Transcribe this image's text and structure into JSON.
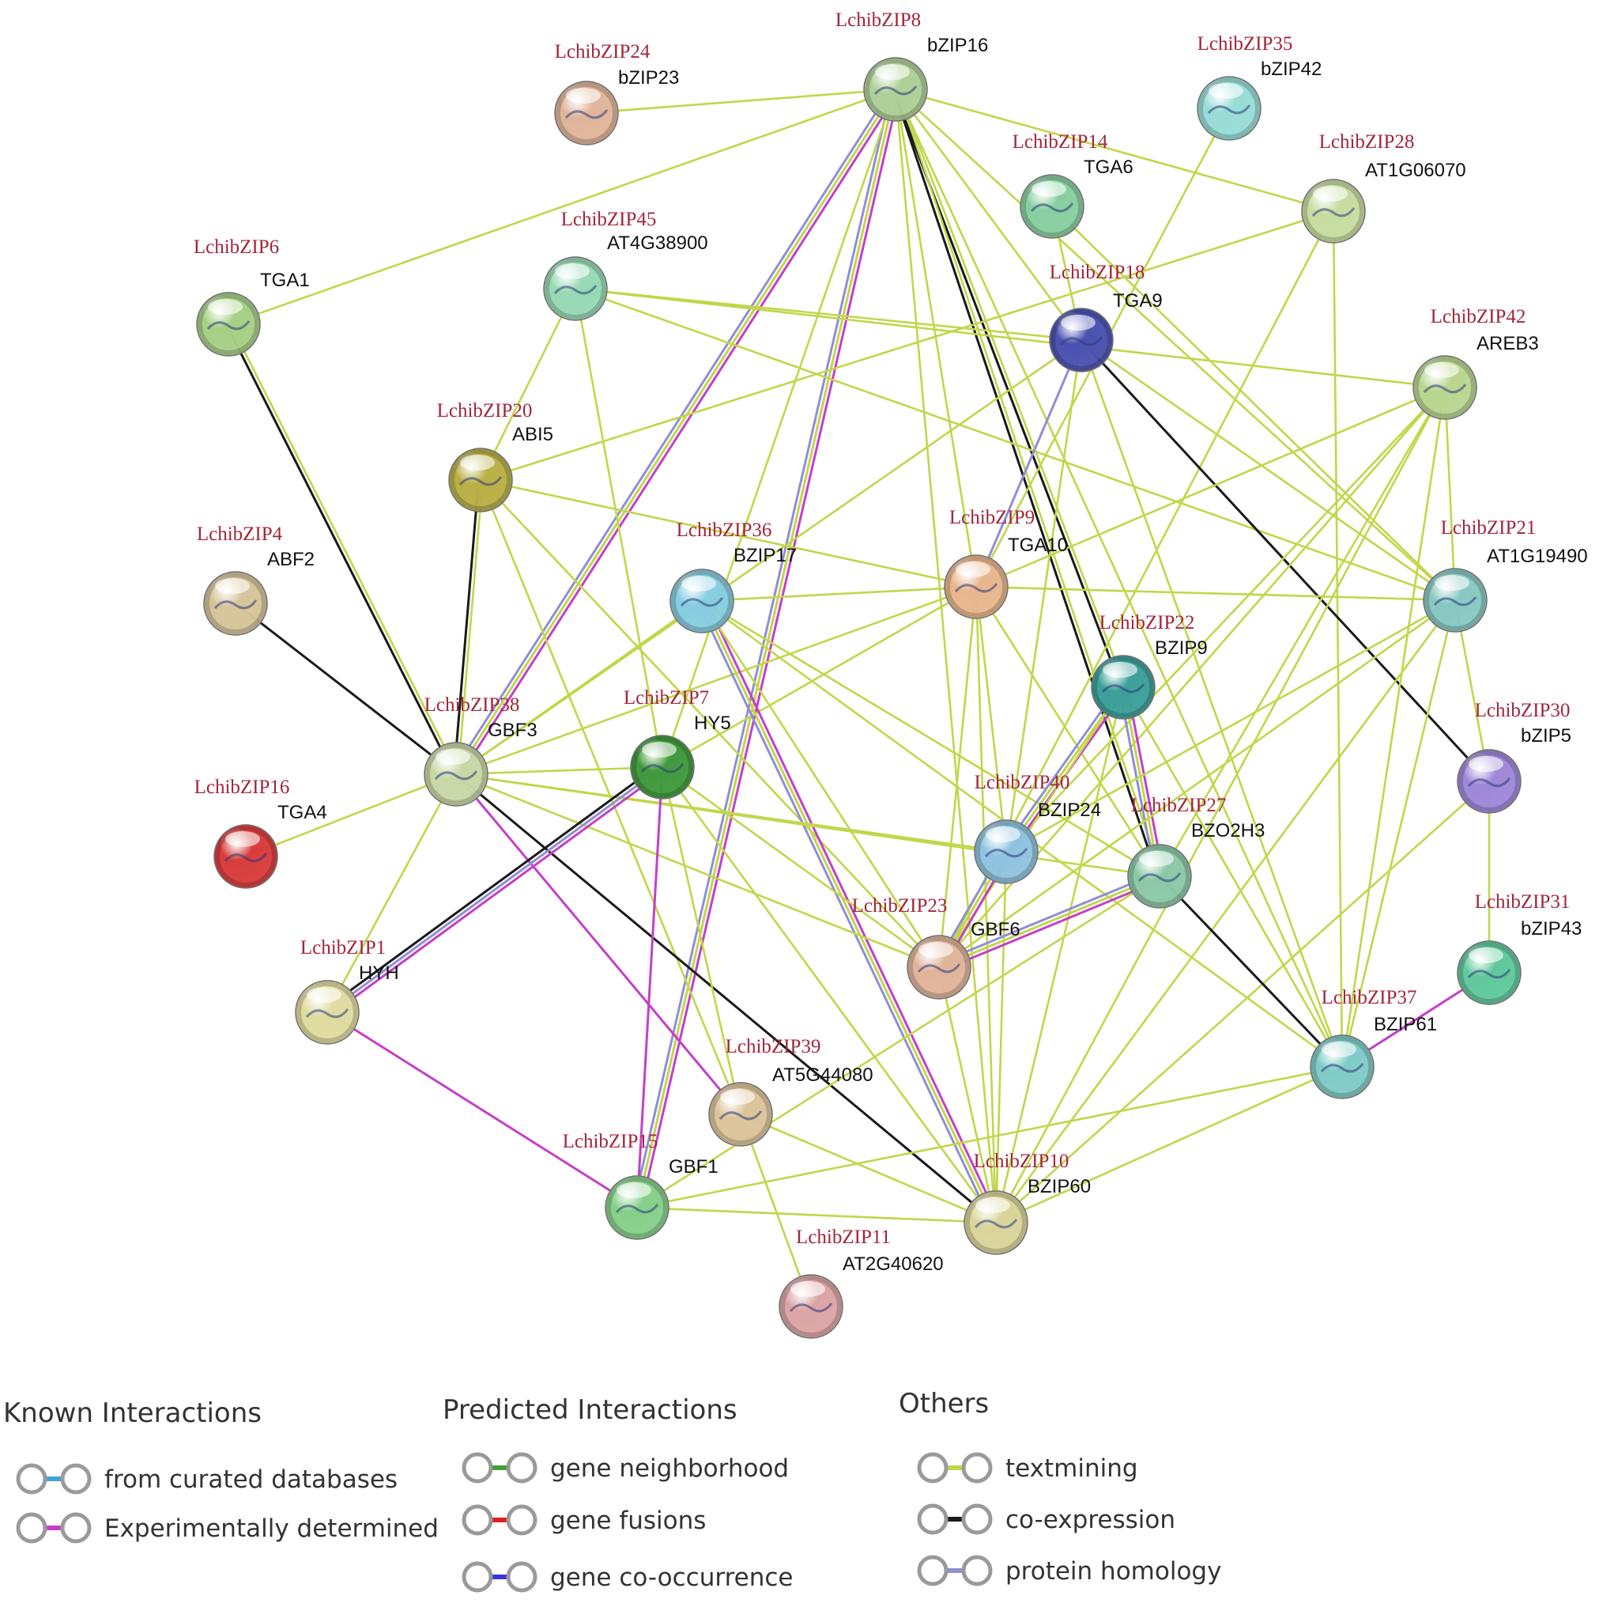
{
  "colors": {
    "textmining": "#c2d64a",
    "coexpression": "#1a1a1a",
    "experimental": "#c43fc9",
    "curated": "#3fa3d9",
    "homology": "#8f8fd6",
    "neighborhood": "#3f9f3f",
    "fusion": "#e02020",
    "cooccurrence": "#3535e0",
    "label_red": "#a3263a"
  },
  "nodes": [
    {
      "id": "bZIP16",
      "alias": "LchibZIP8",
      "color": "#aecf97"
    },
    {
      "id": "bZIP23",
      "alias": "LchibZIP24",
      "color": "#e0b59a"
    },
    {
      "id": "bZIP42",
      "alias": "LchibZIP35",
      "color": "#98dcd6"
    },
    {
      "id": "TGA6",
      "alias": "LchibZIP14",
      "color": "#88cfa0"
    },
    {
      "id": "AT1G06070",
      "alias": "LchibZIP28",
      "color": "#c7dca0"
    },
    {
      "id": "TGA1",
      "alias": "LchibZIP6",
      "color": "#a7cf86"
    },
    {
      "id": "AT4G38900",
      "alias": "LchibZIP45",
      "color": "#97d8b5"
    },
    {
      "id": "TGA9",
      "alias": "LchibZIP18",
      "color": "#4a52b0"
    },
    {
      "id": "AREB3",
      "alias": "LchibZIP42",
      "color": "#b9d690"
    },
    {
      "id": "ABI5",
      "alias": "LchibZIP20",
      "color": "#b9af46"
    },
    {
      "id": "TGA10",
      "alias": "LchibZIP9",
      "color": "#e8b68d"
    },
    {
      "id": "AT1G19490",
      "alias": "LchibZIP21",
      "color": "#88c8c2"
    },
    {
      "id": "ABF2",
      "alias": "LchibZIP4",
      "color": "#d6c49a"
    },
    {
      "id": "BZIP17",
      "alias": "LchibZIP36",
      "color": "#87cde0"
    },
    {
      "id": "BZIP9",
      "alias": "LchibZIP22",
      "color": "#3c9f9a"
    },
    {
      "id": "bZIP5",
      "alias": "LchibZIP30",
      "color": "#9e88d8"
    },
    {
      "id": "GBF3",
      "alias": "LchibZIP38",
      "color": "#c8d7a6"
    },
    {
      "id": "HY5",
      "alias": "LchibZIP7",
      "color": "#3f9a3c"
    },
    {
      "id": "TGA4",
      "alias": "LchibZIP16",
      "color": "#d83c3c"
    },
    {
      "id": "BZIP24",
      "alias": "LchibZIP40",
      "color": "#8fc3df"
    },
    {
      "id": "BZO2H3",
      "alias": "LchibZIP27",
      "color": "#8cc8a8"
    },
    {
      "id": "GBF6",
      "alias": "LchibZIP23",
      "color": "#e0b49a"
    },
    {
      "id": "bZIP43",
      "alias": "LchibZIP31",
      "color": "#60c89c"
    },
    {
      "id": "HYH",
      "alias": "LchibZIP1",
      "color": "#e0dba0"
    },
    {
      "id": "BZIP61",
      "alias": "LchibZIP37",
      "color": "#80cbc7"
    },
    {
      "id": "AT5G44080",
      "alias": "LchibZIP39",
      "color": "#dcc49a"
    },
    {
      "id": "GBF1",
      "alias": "LchibZIP15",
      "color": "#86cf8a"
    },
    {
      "id": "BZIP60",
      "alias": "LchibZIP10",
      "color": "#d9d49a"
    },
    {
      "id": "AT2G40620",
      "alias": "LchibZIP11",
      "color": "#dca5a5"
    }
  ],
  "edges": [
    [
      "bZIP16",
      "bZIP23",
      "t"
    ],
    [
      "bZIP16",
      "TGA1",
      "t"
    ],
    [
      "bZIP16",
      "GBF3",
      "emh"
    ],
    [
      "bZIP16",
      "GBF1",
      "emh"
    ],
    [
      "bZIP16",
      "BZIP60",
      "t"
    ],
    [
      "bZIP16",
      "TGA10",
      "t"
    ],
    [
      "bZIP16",
      "TGA9",
      "t"
    ],
    [
      "bZIP16",
      "BZIP9",
      "tc"
    ],
    [
      "bZIP16",
      "BZO2H3",
      "tc"
    ],
    [
      "bZIP16",
      "AT1G06070",
      "t"
    ],
    [
      "bZIP16",
      "BZIP61",
      "t"
    ],
    [
      "bZIP16",
      "HY5",
      "t"
    ],
    [
      "bZIP16",
      "AT1G19490",
      "t"
    ],
    [
      "bZIP42",
      "TGA10",
      "t"
    ],
    [
      "TGA6",
      "AT1G19490",
      "t"
    ],
    [
      "TGA6",
      "TGA9",
      "t"
    ],
    [
      "AT1G06070",
      "BZIP61",
      "t"
    ],
    [
      "AT1G06070",
      "GBF6",
      "t"
    ],
    [
      "AT1G06070",
      "ABI5",
      "t"
    ],
    [
      "TGA1",
      "GBF3",
      "tc"
    ],
    [
      "AT4G38900",
      "TGA9",
      "t"
    ],
    [
      "AT4G38900",
      "ABI5",
      "t"
    ],
    [
      "AT4G38900",
      "HY5",
      "t"
    ],
    [
      "AT4G38900",
      "AT1G19490",
      "t"
    ],
    [
      "TGA9",
      "TGA10",
      "h"
    ],
    [
      "TGA9",
      "BZIP24",
      "t"
    ],
    [
      "TGA9",
      "bZIP5",
      "c"
    ],
    [
      "TGA9",
      "GBF3",
      "t"
    ],
    [
      "TGA9",
      "AT1G19490",
      "t"
    ],
    [
      "TGA9",
      "BZIP61",
      "t"
    ],
    [
      "AREB3",
      "TGA10",
      "t"
    ],
    [
      "AREB3",
      "BZIP24",
      "t"
    ],
    [
      "AREB3",
      "BZIP60",
      "t"
    ],
    [
      "AREB3",
      "BZIP61",
      "t"
    ],
    [
      "AREB3",
      "AT1G19490",
      "t"
    ],
    [
      "AREB3",
      "GBF6",
      "t"
    ],
    [
      "AREB3",
      "BZO2H3",
      "t"
    ],
    [
      "AREB3",
      "AT4G38900",
      "t"
    ],
    [
      "ABI5",
      "GBF3",
      "tc"
    ],
    [
      "ABI5",
      "TGA10",
      "t"
    ],
    [
      "ABI5",
      "GBF6",
      "t"
    ],
    [
      "ABI5",
      "AT5G44080",
      "t"
    ],
    [
      "ABF2",
      "GBF3",
      "c"
    ],
    [
      "TGA10",
      "BZIP24",
      "t"
    ],
    [
      "TGA10",
      "GBF6",
      "t"
    ],
    [
      "TGA10",
      "GBF3",
      "t"
    ],
    [
      "TGA10",
      "HY5",
      "t"
    ],
    [
      "TGA10",
      "AT1G19490",
      "t"
    ],
    [
      "TGA10",
      "BZIP60",
      "t"
    ],
    [
      "TGA10",
      "BZO2H3",
      "t"
    ],
    [
      "BZIP17",
      "GBF3",
      "t"
    ],
    [
      "BZIP17",
      "BZIP60",
      "emh"
    ],
    [
      "BZIP17",
      "GBF6",
      "t"
    ],
    [
      "BZIP17",
      "BZO2H3",
      "t"
    ],
    [
      "BZIP17",
      "BZIP61",
      "t"
    ],
    [
      "BZIP17",
      "TGA10",
      "t"
    ],
    [
      "BZIP9",
      "BZIP24",
      "emh"
    ],
    [
      "BZIP9",
      "BZO2H3",
      "emh"
    ],
    [
      "BZIP9",
      "GBF6",
      "t"
    ],
    [
      "BZIP9",
      "BZIP60",
      "t"
    ],
    [
      "BZIP9",
      "BZIP61",
      "t"
    ],
    [
      "AT1G19490",
      "BZIP60",
      "t"
    ],
    [
      "AT1G19490",
      "GBF6",
      "t"
    ],
    [
      "AT1G19490",
      "BZIP61",
      "t"
    ],
    [
      "AT1G19490",
      "bZIP5",
      "t"
    ],
    [
      "AT1G19490",
      "BZIP24",
      "t"
    ],
    [
      "bZIP5",
      "bZIP43",
      "t"
    ],
    [
      "bZIP5",
      "BZIP60",
      "t"
    ],
    [
      "GBF3",
      "HY5",
      "t"
    ],
    [
      "GBF3",
      "TGA4",
      "t"
    ],
    [
      "GBF3",
      "HYH",
      "t"
    ],
    [
      "GBF3",
      "AT5G44080",
      "e"
    ],
    [
      "GBF3",
      "BZIP60",
      "c"
    ],
    [
      "GBF3",
      "BZIP24",
      "t"
    ],
    [
      "GBF3",
      "GBF6",
      "t"
    ],
    [
      "GBF3",
      "BZO2H3",
      "t"
    ],
    [
      "HY5",
      "HYH",
      "ehc"
    ],
    [
      "HY5",
      "GBF1",
      "e"
    ],
    [
      "HY5",
      "BZIP60",
      "t"
    ],
    [
      "HY5",
      "GBF6",
      "t"
    ],
    [
      "HY5",
      "AT5G44080",
      "t"
    ],
    [
      "BZIP24",
      "GBF6",
      "emh"
    ],
    [
      "BZIP24",
      "BZIP60",
      "t"
    ],
    [
      "BZO2H3",
      "GBF6",
      "emh"
    ],
    [
      "BZO2H3",
      "BZIP61",
      "c"
    ],
    [
      "BZO2H3",
      "GBF1",
      "t"
    ],
    [
      "bZIP43",
      "BZIP61",
      "e"
    ],
    [
      "HYH",
      "GBF1",
      "e"
    ],
    [
      "BZIP61",
      "GBF1",
      "t"
    ],
    [
      "BZIP61",
      "BZIP60",
      "t"
    ],
    [
      "AT5G44080",
      "AT2G40620",
      "t"
    ],
    [
      "AT5G44080",
      "BZIP60",
      "t"
    ],
    [
      "GBF1",
      "BZIP60",
      "t"
    ],
    [
      "GBF6",
      "BZIP60",
      "t"
    ]
  ],
  "legend": {
    "known_title": "Known Interactions",
    "known_items": [
      {
        "key": "curated",
        "label": "from curated databases"
      },
      {
        "key": "experimental",
        "label": "Experimentally determined"
      }
    ],
    "predicted_title": "Predicted Interactions",
    "predicted_items": [
      {
        "key": "neighborhood",
        "label": "gene neighborhood"
      },
      {
        "key": "fusion",
        "label": "gene fusions"
      },
      {
        "key": "cooccurrence",
        "label": "gene co-occurrence"
      }
    ],
    "others_title": "Others",
    "others_items": [
      {
        "key": "textmining",
        "label": "textmining"
      },
      {
        "key": "coexpression",
        "label": "co-expression"
      },
      {
        "key": "homology",
        "label": "protein homology"
      }
    ]
  }
}
